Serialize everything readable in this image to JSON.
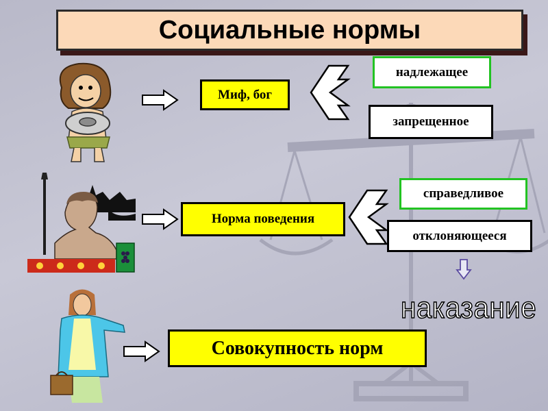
{
  "title": "Социальные нормы",
  "rows": [
    {
      "source": "Миф, бог",
      "outcomes": [
        "надлежащее",
        "запрещенное"
      ]
    },
    {
      "source": "Норма поведения",
      "outcomes": [
        "справедливое",
        "отклоняющееся"
      ],
      "consequence": "наказание"
    },
    {
      "source": "Совокупность норм"
    }
  ],
  "colors": {
    "title_bg": "#fcd9b8",
    "source_bg": "#ffff00",
    "positive_border": "#22c322",
    "negative_border": "#000000",
    "background": "#c0c0d0"
  },
  "icons": [
    "caveman-clipart",
    "david-statue-clipart",
    "woman-clipart",
    "arrow-right-icon",
    "split-arrow-icon",
    "arrow-down-icon",
    "scales-watermark"
  ]
}
